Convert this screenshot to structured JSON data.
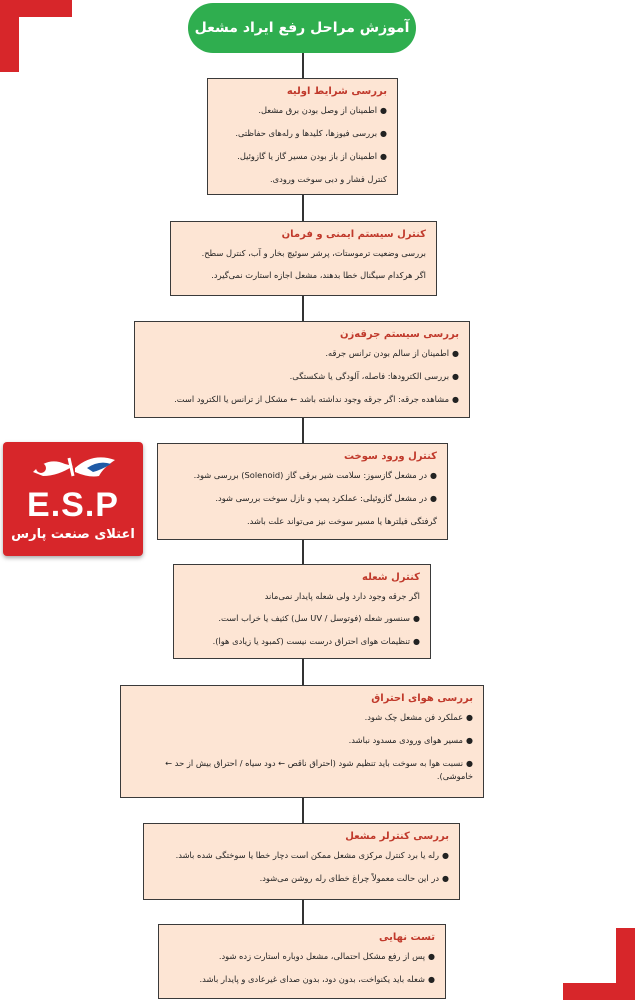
{
  "title": "آموزش مراحل رفع ایراد مشعل",
  "logo": {
    "brand": "E.S.P",
    "subtitle": "اعتلای صنعت پارس"
  },
  "steps": [
    {
      "heading": "بررسی شرایط اولیه",
      "lines": [
        {
          "text": "اطمینان از وصل بودن برق مشعل.",
          "bullet": true
        },
        {
          "text": "بررسی فیوزها، کلیدها و رله‌های حفاظتی.",
          "bullet": true
        },
        {
          "text": "اطمینان از باز بودن مسیر گاز یا گازوئیل.",
          "bullet": true
        },
        {
          "text": "کنترل فشار و دبی سوخت ورودی.",
          "bullet": false
        }
      ]
    },
    {
      "heading": "کنترل سیستم ایمنی و فرمان",
      "lines": [
        {
          "text": "بررسی وضعیت ترموستات، پرشر سوئیچ بخار و آب، کنترل سطح.",
          "bullet": false
        },
        {
          "text": "اگر هرکدام سیگنال خطا بدهند، مشعل اجازه استارت نمی‌گیرد.",
          "bullet": false
        }
      ]
    },
    {
      "heading": "بررسی سیستم جرقه‌زن",
      "lines": [
        {
          "text": "اطمینان از سالم بودن ترانس جرقه.",
          "bullet": true
        },
        {
          "text": "بررسی الکترودها: فاصله، آلودگی یا شکستگی.",
          "bullet": true
        },
        {
          "text": "مشاهده جرقه: اگر جرقه وجود نداشته باشد ← مشکل از ترانس یا الکترود است.",
          "bullet": true
        }
      ]
    },
    {
      "heading": "کنترل ورود سوخت",
      "lines": [
        {
          "text": "در مشعل گازسوز: سلامت شیر برقی گاز (Solenoid) بررسی شود.",
          "bullet": true
        },
        {
          "text": "در مشعل گازوئیلی: عملکرد پمپ و نازل سوخت بررسی شود.",
          "bullet": true
        },
        {
          "text": "گرفتگی فیلترها یا مسیر سوخت نیز می‌تواند علت باشد.",
          "bullet": false
        }
      ]
    },
    {
      "heading": "کنترل شعله",
      "lines": [
        {
          "text": "اگر جرقه وجود دارد ولی شعله پایدار نمی‌ماند",
          "bullet": false
        },
        {
          "text": "سنسور شعله (فوتوسل / UV سل) کثیف یا خراب است.",
          "bullet": true
        },
        {
          "text": "تنظیمات هوای احتراق درست نیست (کمبود یا زیادی هوا).",
          "bullet": true
        }
      ]
    },
    {
      "heading": "بررسی هوای احتراق",
      "lines": [
        {
          "text": "عملکرد فن مشعل چک شود.",
          "bullet": true
        },
        {
          "text": "مسیر هوای ورودی مسدود نباشد.",
          "bullet": true
        },
        {
          "text": "نسبت هوا به سوخت باید تنظیم شود (احتراق ناقص ← دود سیاه / احتراق بیش از حد ← خاموشی).",
          "bullet": true
        }
      ]
    },
    {
      "heading": "بررسی کنترلر مشعل",
      "lines": [
        {
          "text": "رله یا برد کنترل مرکزی مشعل ممکن است دچار خطا یا سوختگی شده باشد.",
          "bullet": true
        },
        {
          "text": "در این حالت معمولاً چراغ خطای رله روشن می‌شود.",
          "bullet": true
        }
      ]
    },
    {
      "heading": "تست نهایی",
      "lines": [
        {
          "text": "پس از رفع مشکل احتمالی، مشعل دوباره استارت زده شود.",
          "bullet": true
        },
        {
          "text": "شعله باید یکنواخت، بدون دود، بدون صدای غیرعادی و پایدار باشد.",
          "bullet": true
        }
      ]
    }
  ]
}
